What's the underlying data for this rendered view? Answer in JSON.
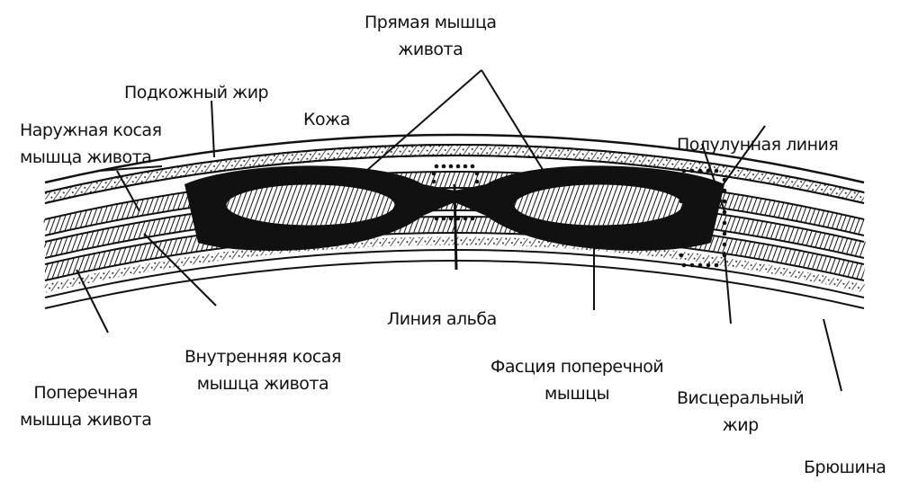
{
  "labels": {
    "rectus": [
      "Прямая мышца",
      "живота"
    ],
    "subcutaneous_fat": "Подкожный жир",
    "skin": "Кожа",
    "external_oblique": [
      "Наружная косая",
      "мышца живота"
    ],
    "semilunar_line": "Полулунная линия",
    "linea_alba": "Линия альба",
    "internal_oblique": [
      "Внутренняя косая",
      "мышца живота"
    ],
    "transverse": [
      "Поперечная",
      "мышца живота"
    ],
    "transversalis_fascia": [
      "Фасция поперечной",
      "мышцы"
    ],
    "visceral_fat": [
      "Висцеральный",
      "жир"
    ],
    "peritoneum": "Брюшина"
  }
}
